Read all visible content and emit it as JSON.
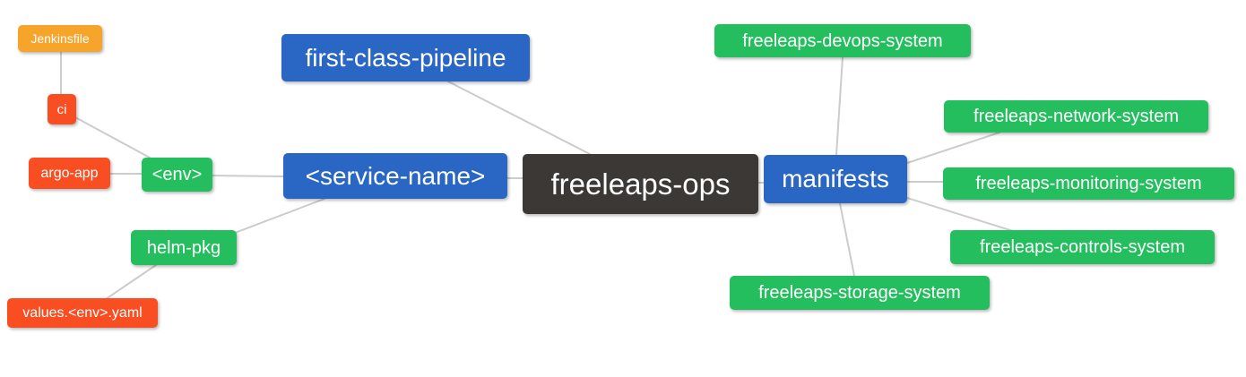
{
  "diagram": {
    "kind": "mindmap",
    "root_label": "freeleaps-ops"
  },
  "colors": {
    "root_bg": "#3b3836",
    "branch_bg": "#2a66c4",
    "green_bg": "#24be5f",
    "red_bg": "#f94d22",
    "orange_bg": "#f7a42b",
    "edge": "#cccccc",
    "text": "#ffffff",
    "background": "#ffffff"
  },
  "nodes": {
    "root": {
      "label": "freeleaps-ops"
    },
    "first_class_pipeline": {
      "label": "first-class-pipeline"
    },
    "service_name": {
      "label": "<service-name>"
    },
    "env": {
      "label": "<env>"
    },
    "ci": {
      "label": "ci"
    },
    "jenkinsfile": {
      "label": "Jenkinsfile"
    },
    "argo_app": {
      "label": "argo-app"
    },
    "helm_pkg": {
      "label": "helm-pkg"
    },
    "values_env_yaml": {
      "label": "values.<env>.yaml"
    },
    "manifests": {
      "label": "manifests"
    },
    "devops_system": {
      "label": "freeleaps-devops-system"
    },
    "network_system": {
      "label": "freeleaps-network-system"
    },
    "monitoring_system": {
      "label": "freeleaps-monitoring-system"
    },
    "controls_system": {
      "label": "freeleaps-controls-system"
    },
    "storage_system": {
      "label": "freeleaps-storage-system"
    }
  },
  "edges": [
    {
      "from": "jenkinsfile",
      "to": "ci"
    },
    {
      "from": "ci",
      "to": "env"
    },
    {
      "from": "argo_app",
      "to": "env"
    },
    {
      "from": "env",
      "to": "service_name"
    },
    {
      "from": "helm_pkg",
      "to": "service_name"
    },
    {
      "from": "values_env_yaml",
      "to": "helm_pkg"
    },
    {
      "from": "first_class_pipeline",
      "to": "root"
    },
    {
      "from": "service_name",
      "to": "root"
    },
    {
      "from": "root",
      "to": "manifests"
    },
    {
      "from": "manifests",
      "to": "devops_system"
    },
    {
      "from": "manifests",
      "to": "network_system"
    },
    {
      "from": "manifests",
      "to": "monitoring_system"
    },
    {
      "from": "manifests",
      "to": "controls_system"
    },
    {
      "from": "manifests",
      "to": "storage_system"
    }
  ]
}
